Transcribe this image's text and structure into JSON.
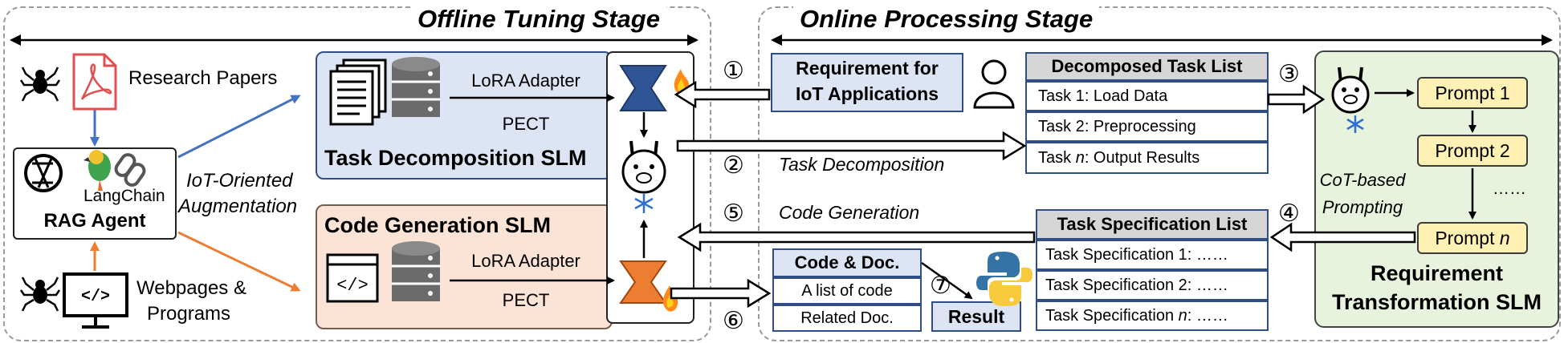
{
  "offline_stage": {
    "title": "Offline Tuning Stage",
    "research_papers": "Research Papers",
    "webpages_programs": [
      "Webpages &",
      "Programs"
    ],
    "langchain": "LangChain",
    "rag_agent": "RAG Agent",
    "augmentation": [
      "IoT-Oriented",
      "Augmentation"
    ],
    "task_decomposition_slm": "Task Decomposition SLM",
    "code_generation_slm": "Code Generation SLM",
    "lora_adapter_1": "LoRA Adapter",
    "pect_1": "PECT",
    "lora_adapter_2": "LoRA Adapter",
    "pect_2": "PECT"
  },
  "online_stage": {
    "title": "Online Processing Stage",
    "requirement": [
      "Requirement for",
      "IoT Applications"
    ],
    "decomposed_list": {
      "header": "Decomposed Task List",
      "items": [
        {
          "prefix": "Task 1",
          "text": ": Load Data"
        },
        {
          "prefix": "Task 2",
          "text": ": Preprocessing"
        },
        {
          "prefix": "Task ",
          "italic": "n",
          "text": ": Output Results"
        }
      ]
    },
    "task_decomposition_label": "Task Decomposition",
    "code_generation_label": "Code Generation",
    "spec_list": {
      "header": "Task Specification List",
      "items": [
        {
          "prefix": "Task Specification 1",
          "italic": "",
          "text": ": ……"
        },
        {
          "prefix": "Task Specification 2",
          "italic": "",
          "text": ": ……"
        },
        {
          "prefix": "Task Specification ",
          "italic": "n",
          "text": ": ……"
        }
      ]
    },
    "code_doc": {
      "header": "Code & Doc.",
      "items": [
        "A list of code",
        "Related Doc."
      ]
    },
    "result": "Result",
    "prompts": [
      "Prompt 1",
      "Prompt 2",
      "……"
    ],
    "prompt_n_prefix": "Prompt ",
    "prompt_n_italic": "n",
    "cot": [
      "CoT-based",
      "Prompting"
    ],
    "req_transform_slm": [
      "Requirement",
      "Transformation SLM"
    ]
  },
  "step_markers": [
    "①",
    "②",
    "③",
    "④",
    "⑤",
    "⑥",
    "⑦"
  ],
  "colors": {
    "blue_panel": "#dde4f3",
    "peach_panel": "#fbe3d6",
    "green_panel": "#e8f3dd",
    "blue_arrow": "#4472c4",
    "orange_arrow": "#ed7d31",
    "adapter_blue": "#2f5597",
    "adapter_orange": "#ed7d31",
    "prompt_fill": "#fff0b3"
  },
  "icons": [
    "spider-icon",
    "pdf-icon",
    "openai-icon",
    "parrot-icon",
    "chain-link-icon",
    "monitor-code-icon",
    "documents-icon",
    "database-icon",
    "flame-icon",
    "llama-icon",
    "snowflake-icon",
    "user-icon",
    "python-icon"
  ]
}
